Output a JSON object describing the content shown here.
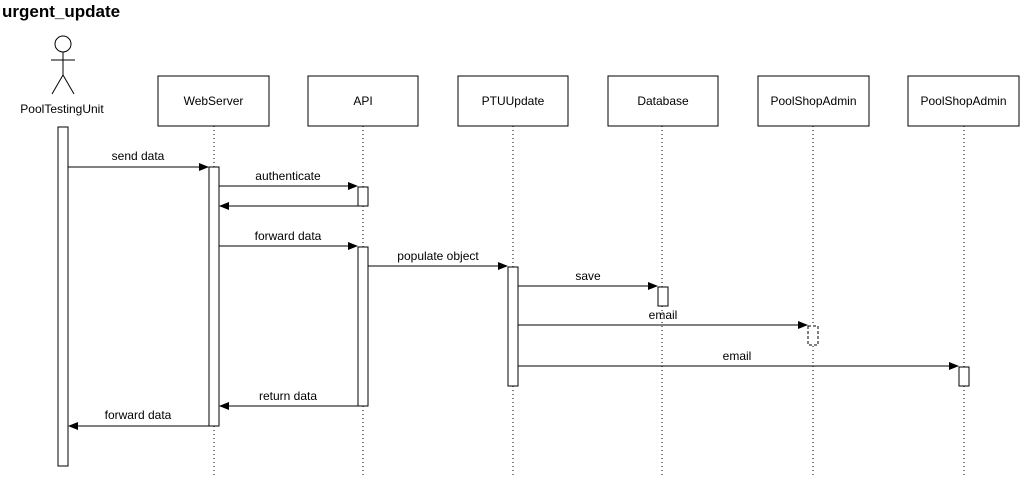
{
  "diagram": {
    "title": "urgent_update",
    "actor": {
      "label": "PoolTestingUnit"
    },
    "participants": [
      {
        "label": "WebServer"
      },
      {
        "label": "API"
      },
      {
        "label": "PTUUpdate"
      },
      {
        "label": "Database"
      },
      {
        "label": "PoolShopAdmin"
      },
      {
        "label": "PoolShopAdmin"
      }
    ],
    "messages": [
      {
        "label": "send data"
      },
      {
        "label": "authenticate"
      },
      {
        "label": ""
      },
      {
        "label": "forward data"
      },
      {
        "label": "populate object"
      },
      {
        "label": "save"
      },
      {
        "label": "email"
      },
      {
        "label": "email"
      },
      {
        "label": "return data"
      },
      {
        "label": "forward data"
      }
    ]
  }
}
